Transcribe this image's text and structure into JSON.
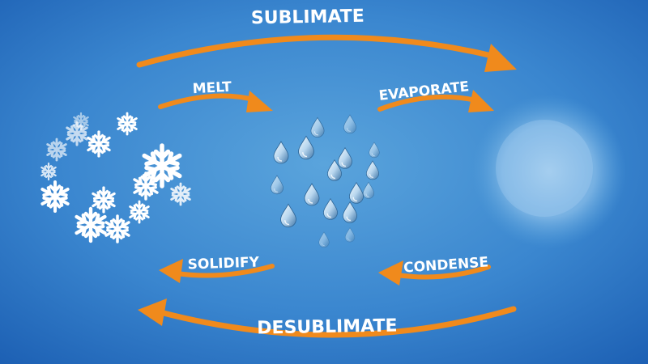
{
  "diagram": {
    "background": {
      "center": "#4f9ad6",
      "edge": "#1f64b8"
    },
    "arrow_color": "#f08a1c",
    "labels": {
      "sublimate": "SUBLIMATE",
      "melt": "MELT",
      "evaporate": "EVAPORATE",
      "solidify": "SOLIDIFY",
      "condense": "CONDENSE",
      "desublimate": "DESUBLIMATE"
    },
    "states": {
      "solid_icon": "snowflake-cluster-icon",
      "liquid_icon": "water-droplets-icon",
      "gas_icon": "vapor-cloud-icon"
    }
  }
}
